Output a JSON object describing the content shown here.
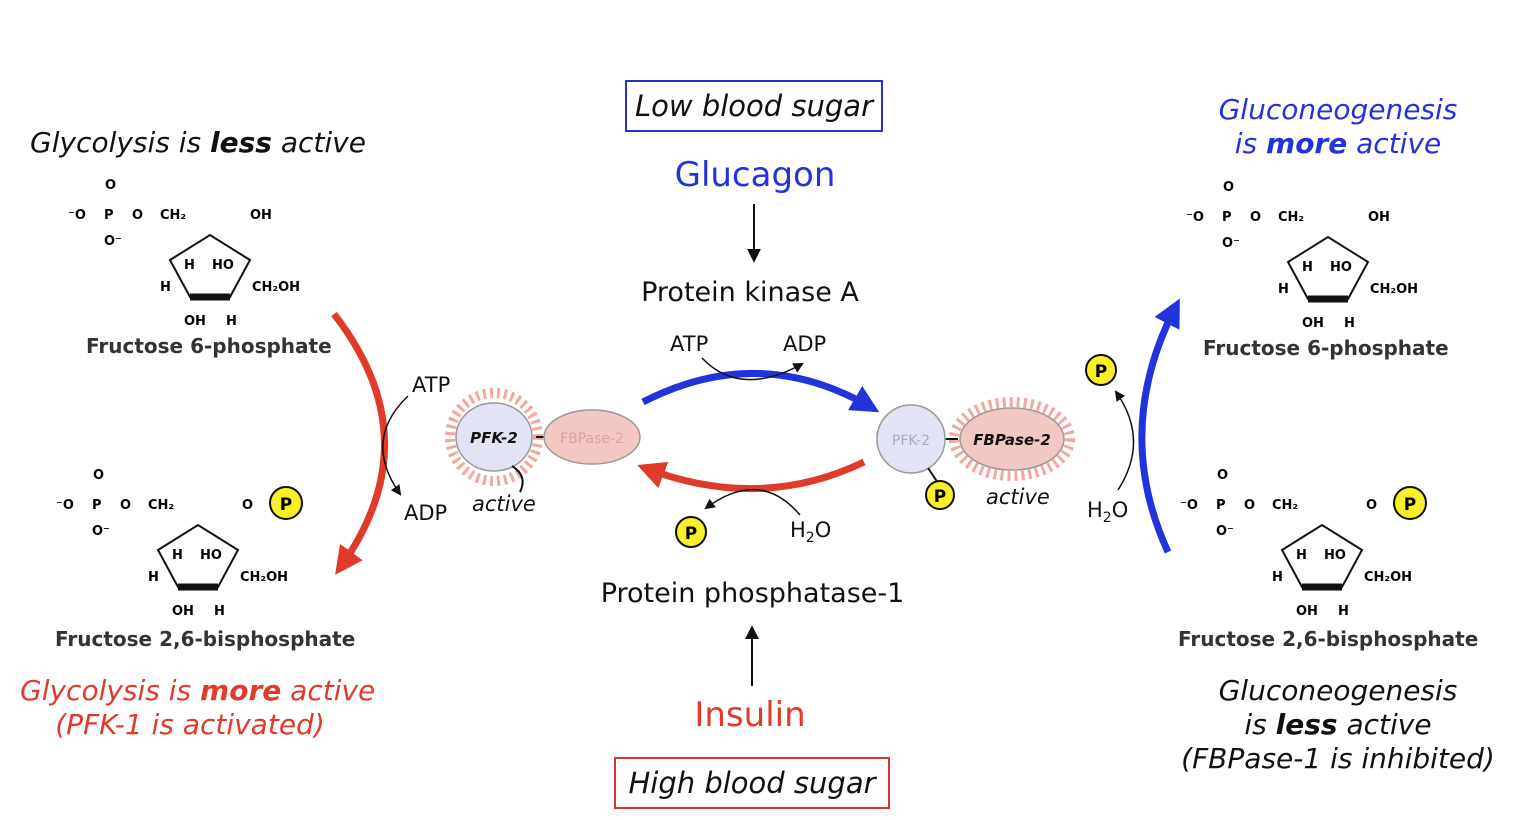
{
  "top_box": "Low blood sugar",
  "bottom_box": "High blood sugar",
  "glucagon": "Glucagon",
  "insulin": "Insulin",
  "pka": "Protein kinase A",
  "pp1": "Protein phosphatase-1",
  "atp": "ATP",
  "adp": "ADP",
  "h2o": "H",
  "h2o_sub": "2",
  "h2o_o": "O",
  "p": "P",
  "left_top": {
    "pre": "Glycolysis is ",
    "bold": "less",
    "post": " active"
  },
  "left_bottom": {
    "pre": "Glycolysis is ",
    "bold": "more",
    "post": " active",
    "line2": "(PFK-1 is activated)"
  },
  "right_top": {
    "line1": "Gluconeogenesis",
    "pre": "is ",
    "bold": "more",
    "post": " active"
  },
  "right_bottom": {
    "line1": "Gluconeogenesis",
    "pre": "is ",
    "bold": "less",
    "post": " active",
    "line3": "(FBPase-1 is inhibited)"
  },
  "f6p": "Fructose 6-phosphate",
  "f26bp": "Fructose 2,6-bisphosphate",
  "pfk2": "PFK-2",
  "fbpase2": "FBPase-2",
  "active": "active",
  "chem": {
    "o": "O",
    "om": "⁻O",
    "p": "P",
    "om2": "O⁻",
    "ch2": "CH₂",
    "oh": "OH",
    "h": "H",
    "ho": "HO",
    "ch2oh": "CH₂OH"
  },
  "colors": {
    "blue": "#2233dd",
    "red": "#e03a2a",
    "yellow": "#f7f028",
    "pfk_fill": "#e3e3f6",
    "fbp_fill": "#f3c8c3"
  }
}
